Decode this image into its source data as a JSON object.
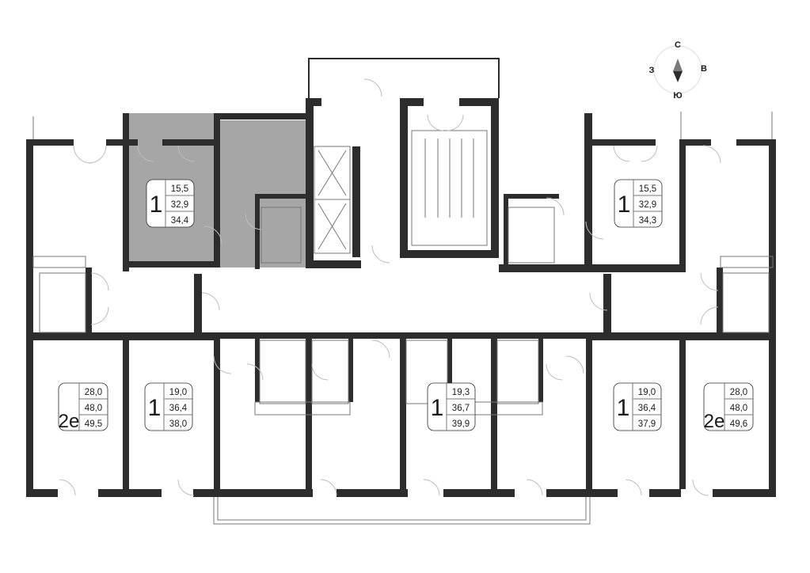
{
  "compass": {
    "north": "С",
    "south": "Ю",
    "west": "З",
    "east": "В"
  },
  "apartments": [
    {
      "id": "top-left-highlighted",
      "rooms": "1",
      "living": "15,5",
      "total": "32,9",
      "total_with_balcony": "34,4",
      "highlighted": true
    },
    {
      "id": "top-right",
      "rooms": "1",
      "living": "15,5",
      "total": "32,9",
      "total_with_balcony": "34,3",
      "highlighted": false
    },
    {
      "id": "bottom-far-left",
      "rooms": "2е",
      "living": "28,0",
      "total": "48,0",
      "total_with_balcony": "49,5",
      "highlighted": false
    },
    {
      "id": "bottom-left",
      "rooms": "1",
      "living": "19,0",
      "total": "36,4",
      "total_with_balcony": "38,0",
      "highlighted": false
    },
    {
      "id": "bottom-center",
      "rooms": "1",
      "living": "19,3",
      "total": "36,7",
      "total_with_balcony": "39,9",
      "highlighted": false
    },
    {
      "id": "bottom-right",
      "rooms": "1",
      "living": "19,0",
      "total": "36,4",
      "total_with_balcony": "37,9",
      "highlighted": false
    },
    {
      "id": "bottom-far-right",
      "rooms": "2е",
      "living": "28,0",
      "total": "48,0",
      "total_with_balcony": "49,6",
      "highlighted": false
    }
  ],
  "colors": {
    "wall": "#2d2d2d",
    "highlight": "#a6a6a6",
    "background": "#ffffff"
  }
}
